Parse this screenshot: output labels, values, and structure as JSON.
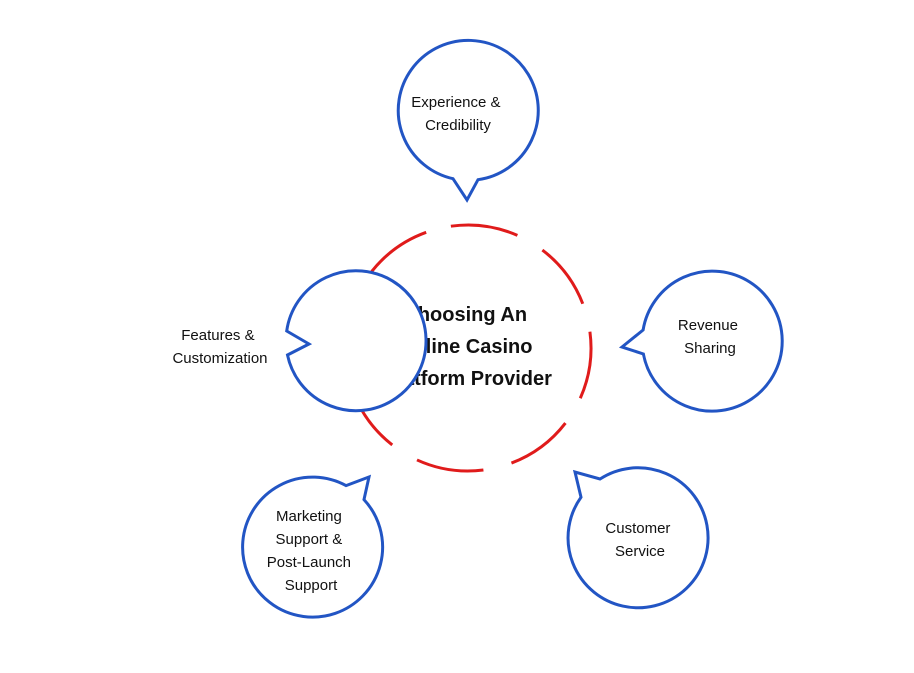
{
  "colors": {
    "bubble_stroke": "#2255c4",
    "center_stroke": "#e01b1b",
    "text": "#111111",
    "background": "#ffffff"
  },
  "center": {
    "lines": [
      "Choosing An",
      "Online Casino",
      "Platform Provider"
    ]
  },
  "bubbles": [
    {
      "id": "experience",
      "lines": [
        "Experience &",
        "Credibility"
      ]
    },
    {
      "id": "revenue",
      "lines": [
        "Revenue",
        "Sharing"
      ]
    },
    {
      "id": "customer",
      "lines": [
        "Customer",
        "Service"
      ]
    },
    {
      "id": "marketing",
      "lines": [
        "Marketing",
        "Support &",
        "Post-Launch",
        "Support"
      ]
    },
    {
      "id": "features",
      "lines": [
        "Features &",
        "Customization"
      ]
    }
  ]
}
